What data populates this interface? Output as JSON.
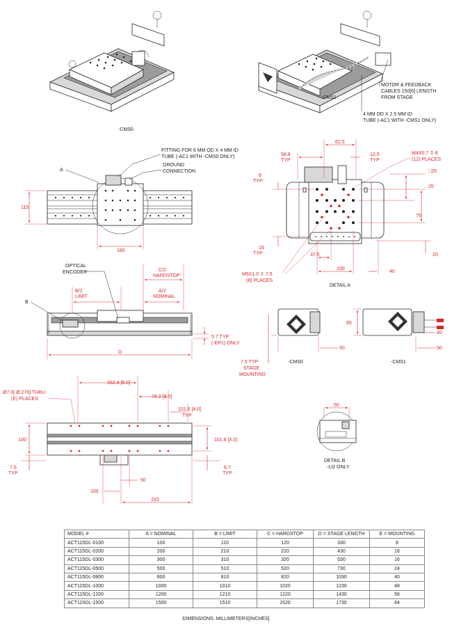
{
  "iso_views": {
    "cms0_label": "-CMS0",
    "cms1_label": "-CMS1",
    "motor_note": [
      "MOTOR & FEEDBACK",
      "CABLES 150[6] LENGTH",
      "FROM STAGE"
    ],
    "tube_note": [
      "4 MM OD X 2.5 MM ID",
      "TUBE (-AC1 WITH -CMS1 ONLY)"
    ]
  },
  "top_view": {
    "callout_a": "A",
    "fitting_note": [
      "FITTING FOR 6 MM OD X 4 MM ID",
      "TUBE (-AC1 WITH -CMS0 ONLY)"
    ],
    "ground_note": [
      "GROUND",
      "CONNECTION"
    ],
    "dim_115": "115",
    "dim_180": "180"
  },
  "detail_a": {
    "title": "DETAIL A",
    "dim_62_5": "62.5",
    "dim_58_8": "58.8",
    "dim_12_5": "12.5",
    "typ": "TYP",
    "m4_note": [
      "M4X0.7 ↧ 8",
      "(12) PLACES"
    ],
    "dim_6": "6",
    "dim_sq25": "□25",
    "dim_25": "25",
    "dim_75": "75",
    "dim_16": "16",
    "dim_20": "20",
    "dim_37_5": "37.5",
    "dim_100": "100",
    "dim_40": "40",
    "m6_note": [
      "M6X1.0 ↧ 7.5",
      "(8) PLACES"
    ]
  },
  "side_view": {
    "optical_note": [
      "OPTICAL",
      "ENCODER"
    ],
    "b2": [
      "B/2",
      "LIMIT"
    ],
    "c2": [
      "C/2",
      "HARDSTOP"
    ],
    "a2": [
      "A/2",
      "NOMINAL"
    ],
    "callout_b": "B",
    "dim_d": "D",
    "dim_5_7": [
      "5.7  TYP",
      "(-EP1) ONLY"
    ]
  },
  "end_views": {
    "dim_85": "85",
    "dim_50a": "50",
    "dim_50b": "50",
    "dim_40": "40",
    "dim_7_5": [
      "7.5  TYP",
      "STAGE",
      "MOUNTING"
    ],
    "cms0": "-CMS0",
    "cms1": "-CMS1"
  },
  "base_view": {
    "hole_note": [
      "Ø7.0[ Ø.276] THRU",
      "(E) PLACES"
    ],
    "dim_152": "152.4 [6.0]",
    "dim_76": "76.2 [3.0]",
    "dim_101_top": "101.6 [4.0]",
    "dim_101_right": "101.6 [4.0]",
    "typ": "TYP",
    "dim_100_left": "100",
    "dim_7_5": "7.5",
    "dim_6_7": "6.7",
    "dim_50": "50",
    "dim_100_bottom": "100",
    "dim_d2": "D/2"
  },
  "detail_b": {
    "dim_50": "50",
    "title": "DETAIL B",
    "sub": "-LI2 ONLY"
  },
  "spec_table": {
    "headers": [
      "MODEL #",
      "A = NOMINAL",
      "B = LIMIT",
      "C = HARDSTOP",
      "D = STAGE LENGTH",
      "E = MOUNTING"
    ],
    "rows": [
      [
        "ACT115DL-0100",
        "100",
        "110",
        "120",
        "330",
        "8"
      ],
      [
        "ACT115DL-0200",
        "200",
        "210",
        "220",
        "430",
        "16"
      ],
      [
        "ACT115DL-0300",
        "300",
        "310",
        "320",
        "530",
        "16"
      ],
      [
        "ACT115DL-0500",
        "500",
        "510",
        "520",
        "730",
        "24"
      ],
      [
        "ACT115DL-0800",
        "800",
        "810",
        "820",
        "1030",
        "40"
      ],
      [
        "ACT115DL-1000",
        "1000",
        "1010",
        "1020",
        "1230",
        "48"
      ],
      [
        "ACT115DL-1200",
        "1200",
        "1210",
        "1220",
        "1430",
        "56"
      ],
      [
        "ACT115DL-1500",
        "1500",
        "1510",
        "1520",
        "1730",
        "64"
      ]
    ]
  },
  "footnote": "DIMENSIONS: MILLIMETERS[INCHES]",
  "colors": {
    "dimension": "#d9262b",
    "line": "#222222",
    "rail": "#9c9c9c"
  }
}
